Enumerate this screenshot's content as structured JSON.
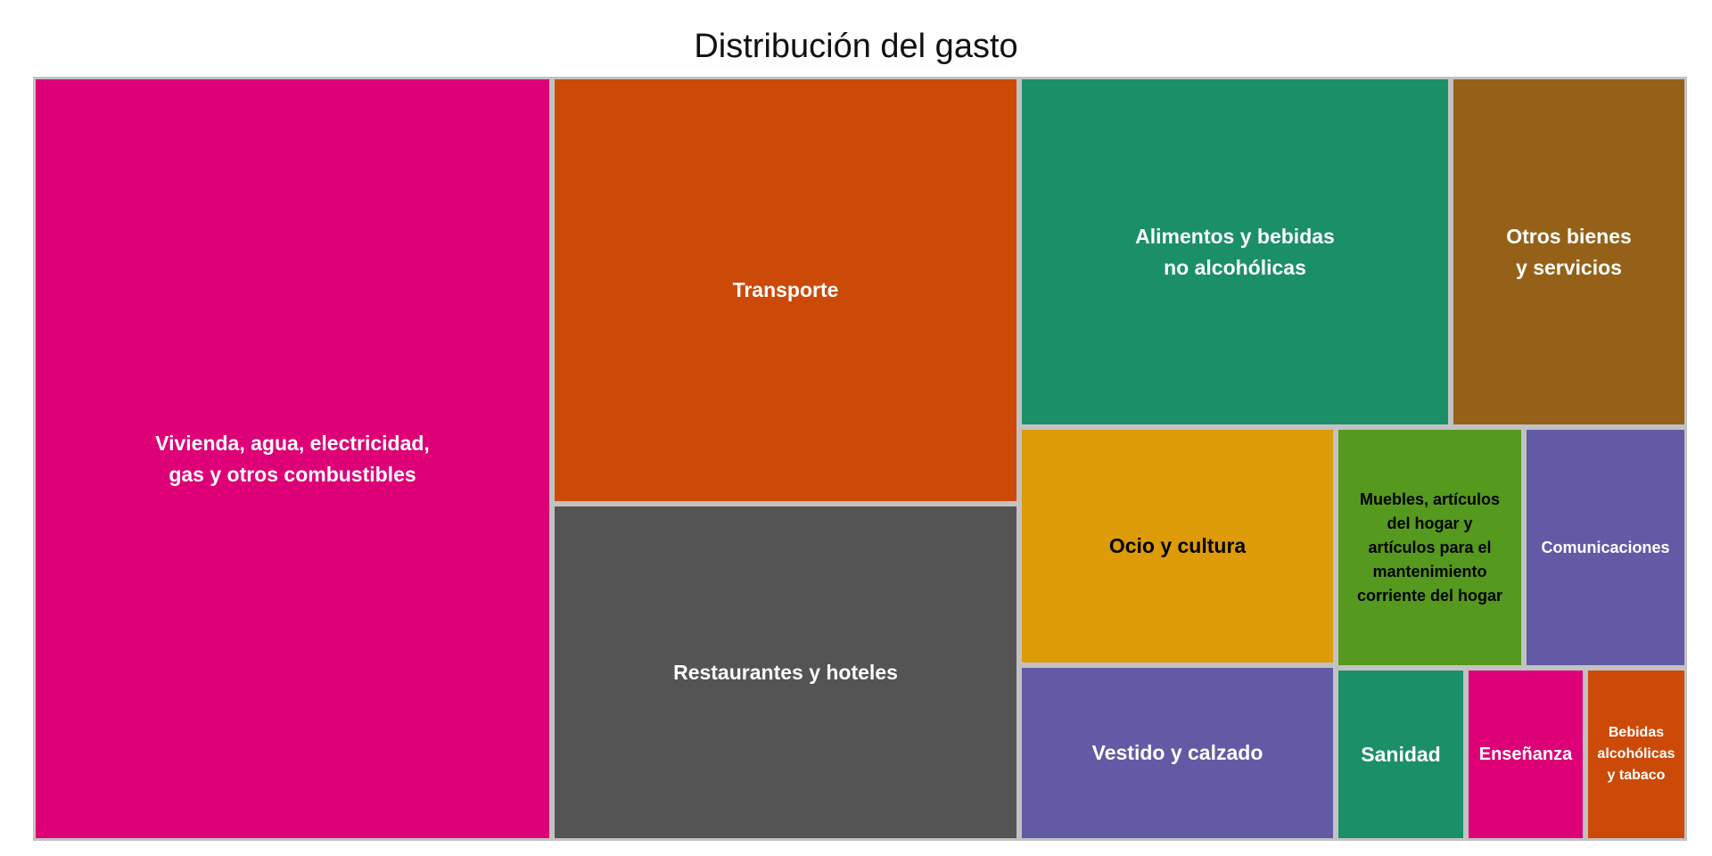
{
  "chart_data": {
    "type": "treemap",
    "title": "Distribución del gasto",
    "items": [
      {
        "label": "Vivienda, agua, electricidad,\ngas y otros combustibles",
        "color": "#dd0077",
        "text_color": "#ffffff"
      },
      {
        "label": "Transporte",
        "color": "#cc4a08",
        "text_color": "#ffffff"
      },
      {
        "label": "Restaurantes y hoteles",
        "color": "#545454",
        "text_color": "#ffffff"
      },
      {
        "label": "Alimentos y bebidas\nno alcohólicas",
        "color": "#1b8f68",
        "text_color": "#ffffff"
      },
      {
        "label": "Otros bienes\ny servicios",
        "color": "#956119",
        "text_color": "#ffffff"
      },
      {
        "label": "Ocio y cultura",
        "color": "#dd9b08",
        "text_color": "#000000"
      },
      {
        "label": "Muebles, artículos\ndel hogar y\nartículos para el\nmantenimiento\ncorriente del hogar",
        "color": "#55991e",
        "text_color": "#000000"
      },
      {
        "label": "Comunicaciones",
        "color": "#635aa6",
        "text_color": "#ffffff"
      },
      {
        "label": "Vestido y calzado",
        "color": "#635aa6",
        "text_color": "#ffffff"
      },
      {
        "label": "Sanidad",
        "color": "#1b8f68",
        "text_color": "#ffffff"
      },
      {
        "label": "Enseñanza",
        "color": "#dd0077",
        "text_color": "#ffffff"
      },
      {
        "label": "Bebidas\nalcohólicas\ny tabaco",
        "color": "#cc4a08",
        "text_color": "#ffffff"
      }
    ]
  }
}
